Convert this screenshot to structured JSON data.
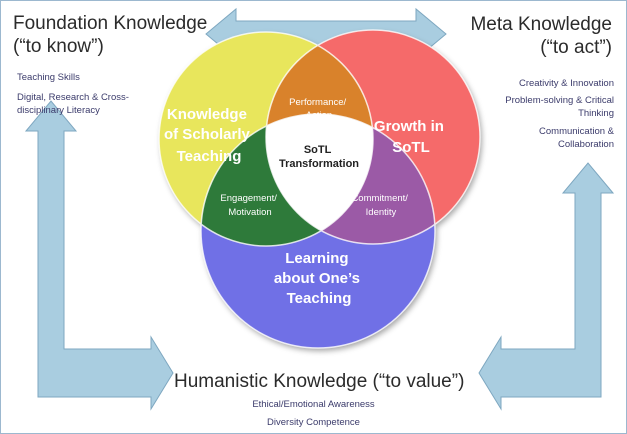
{
  "corners": {
    "foundation": {
      "title_line1": "Foundation Knowledge",
      "title_line2": "(“to know”)",
      "items": [
        "Teaching Skills",
        "Digital, Research & Cross-",
        "disciplinary Literacy"
      ]
    },
    "meta": {
      "title_line1": "Meta Knowledge",
      "title_line2": "(“to act”)",
      "items": [
        "Creativity & Innovation",
        "Problem-solving & Critical",
        "Thinking",
        "Communication &",
        "Collaboration"
      ]
    },
    "humanistic": {
      "title": "Humanistic Knowledge (“to value”)",
      "items": [
        "Ethical/Emotional Awareness",
        "Diversity Competence"
      ]
    }
  },
  "venn": {
    "yellow": [
      "Knowledge",
      "of Scholarly",
      "Teaching"
    ],
    "red": [
      "Growth in",
      "SoTL"
    ],
    "blue": [
      "Learning",
      "about One’s",
      "Teaching"
    ],
    "top": [
      "Performance/",
      "Action"
    ],
    "left": [
      "Engagement/",
      "Motivation"
    ],
    "right": [
      "Commitment/",
      "Identity"
    ],
    "center": [
      "SoTL",
      "Transformation"
    ]
  },
  "colors": {
    "yellow": "#e8e65c",
    "red": "#f56a6a",
    "blue": "#6f6fe6",
    "orange": "#d9822b",
    "green": "#2e7a3a",
    "purple": "#9b5aa6",
    "arrow": "#a9cde0",
    "arrow_stroke": "#7ea7c0"
  }
}
